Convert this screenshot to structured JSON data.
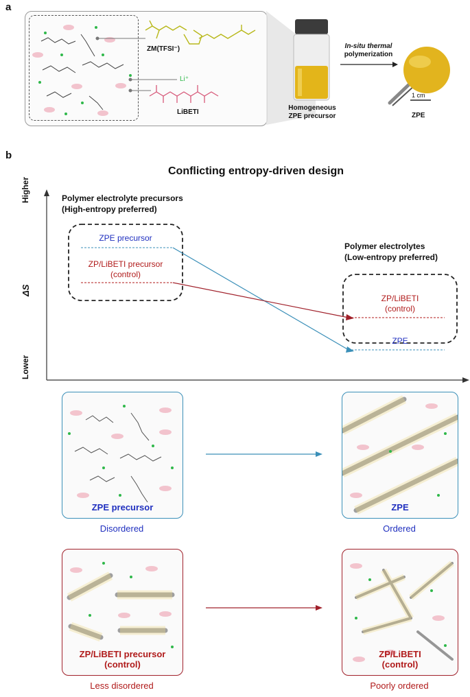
{
  "panel_a": {
    "letter": "a",
    "zm_label": "ZM(TFSI⁻)",
    "li_label": "Li⁺",
    "libeti_label": "LiBETI",
    "vial_caption_line1": "Homogeneous",
    "vial_caption_line2": "ZPE precursor",
    "arrow_label_line1": "In-situ thermal",
    "arrow_label_line2": "polymerization",
    "scale_label": "1 cm",
    "zpe_label": "ZPE"
  },
  "panel_b": {
    "letter": "b",
    "title": "Conflicting entropy-driven design",
    "y_axis_label": "ΔS",
    "y_high": "Higher",
    "y_low": "Lower",
    "left_group_title_line1": "Polymer electrolyte precursors",
    "left_group_title_line2": "(High-entropy preferred)",
    "right_group_title_line1": "Polymer electrolytes",
    "right_group_title_line2": "(Low-entropy preferred)",
    "zpe_precursor": "ZPE precursor",
    "zp_precursor_line1": "ZP/LiBETI precursor",
    "zp_precursor_line2": "(control)",
    "zp_right_line1": "ZP/LiBETI",
    "zp_right_line2": "(control)",
    "zpe_right": "ZPE",
    "colors": {
      "zpe": "#1f2fbf",
      "zp": "#b01a1a",
      "zpe_arrow": "#3a8fb8",
      "zp_arrow": "#a0202a"
    }
  },
  "boxes": {
    "tl_label": "ZPE precursor",
    "tl_caption": "Disordered",
    "tr_label": "ZPE",
    "tr_caption": "Ordered",
    "bl_label_line1": "ZP/LiBETI precursor",
    "bl_label_line2": "(control)",
    "bl_caption": "Less disordered",
    "br_label_line1": "ZP/LiBETI",
    "br_label_line2": "(control)",
    "br_caption": "Poorly ordered"
  }
}
